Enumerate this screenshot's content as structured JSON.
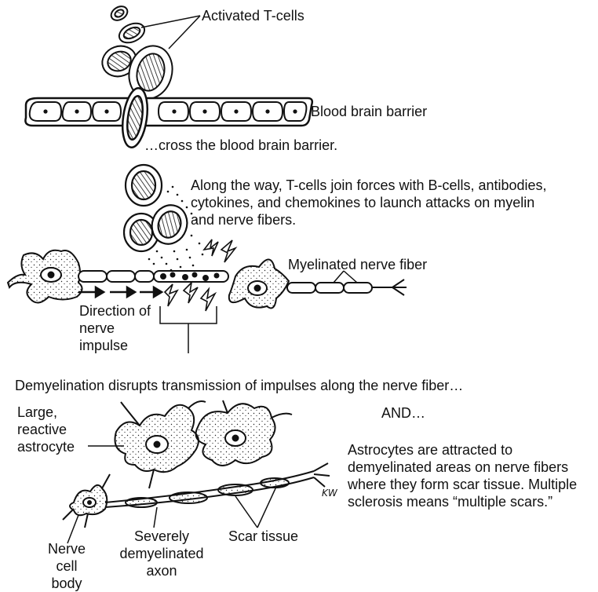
{
  "labels": {
    "activated_tcells": "Activated T-cells",
    "blood_brain_barrier": "Blood brain barrier",
    "cross_barrier": "…cross the blood brain barrier.",
    "along_the_way": "Along the way, T-cells join forces with B-cells, antibodies, cytokines, and chemokines to launch attacks on myelin and nerve fibers.",
    "myelinated_fiber": "Myelinated nerve fiber",
    "direction": "Direction of nerve impulse",
    "demyelination": "Demyelination disrupts transmission of impulses along the nerve fiber…",
    "and": "AND…",
    "large_astrocyte": "Large, reactive astrocyte",
    "astrocytes_text": "Astrocytes are attracted to demyelinated areas on nerve fibers where they form scar tissue.  Multiple sclerosis means “multiple scars.”",
    "nerve_cell_body": "Nerve cell body",
    "severely_demyelinated": "Severely demyelinated axon",
    "scar_tissue": "Scar tissue",
    "signature": "KW"
  }
}
